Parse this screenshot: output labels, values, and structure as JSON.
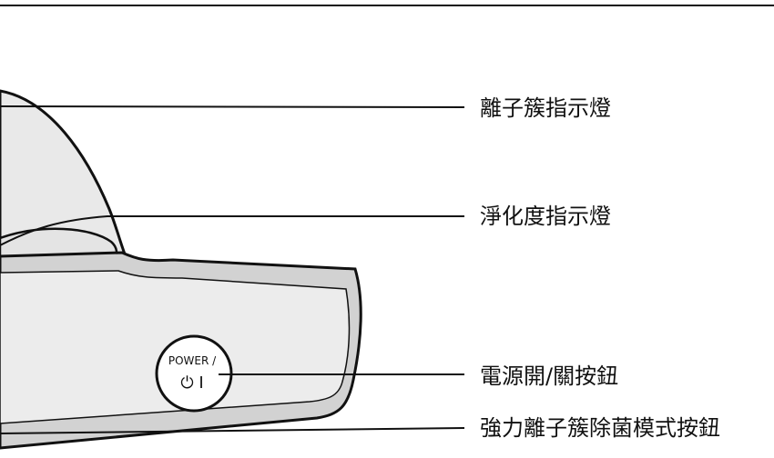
{
  "callouts": {
    "ion_indicator": "離子簇指示燈",
    "purity_indicator": "淨化度指示燈",
    "power_button": "電源開/關按鈕",
    "strong_ion_mode_button": "強力離子簇除菌模式按鈕"
  },
  "device": {
    "power_label": "POWER /",
    "power_symbol": "⏻ I"
  },
  "colors": {
    "line": "#111111",
    "body_fill": "#d2d2d2",
    "panel_fill": "#ececec",
    "button_fill": "#ffffff"
  }
}
